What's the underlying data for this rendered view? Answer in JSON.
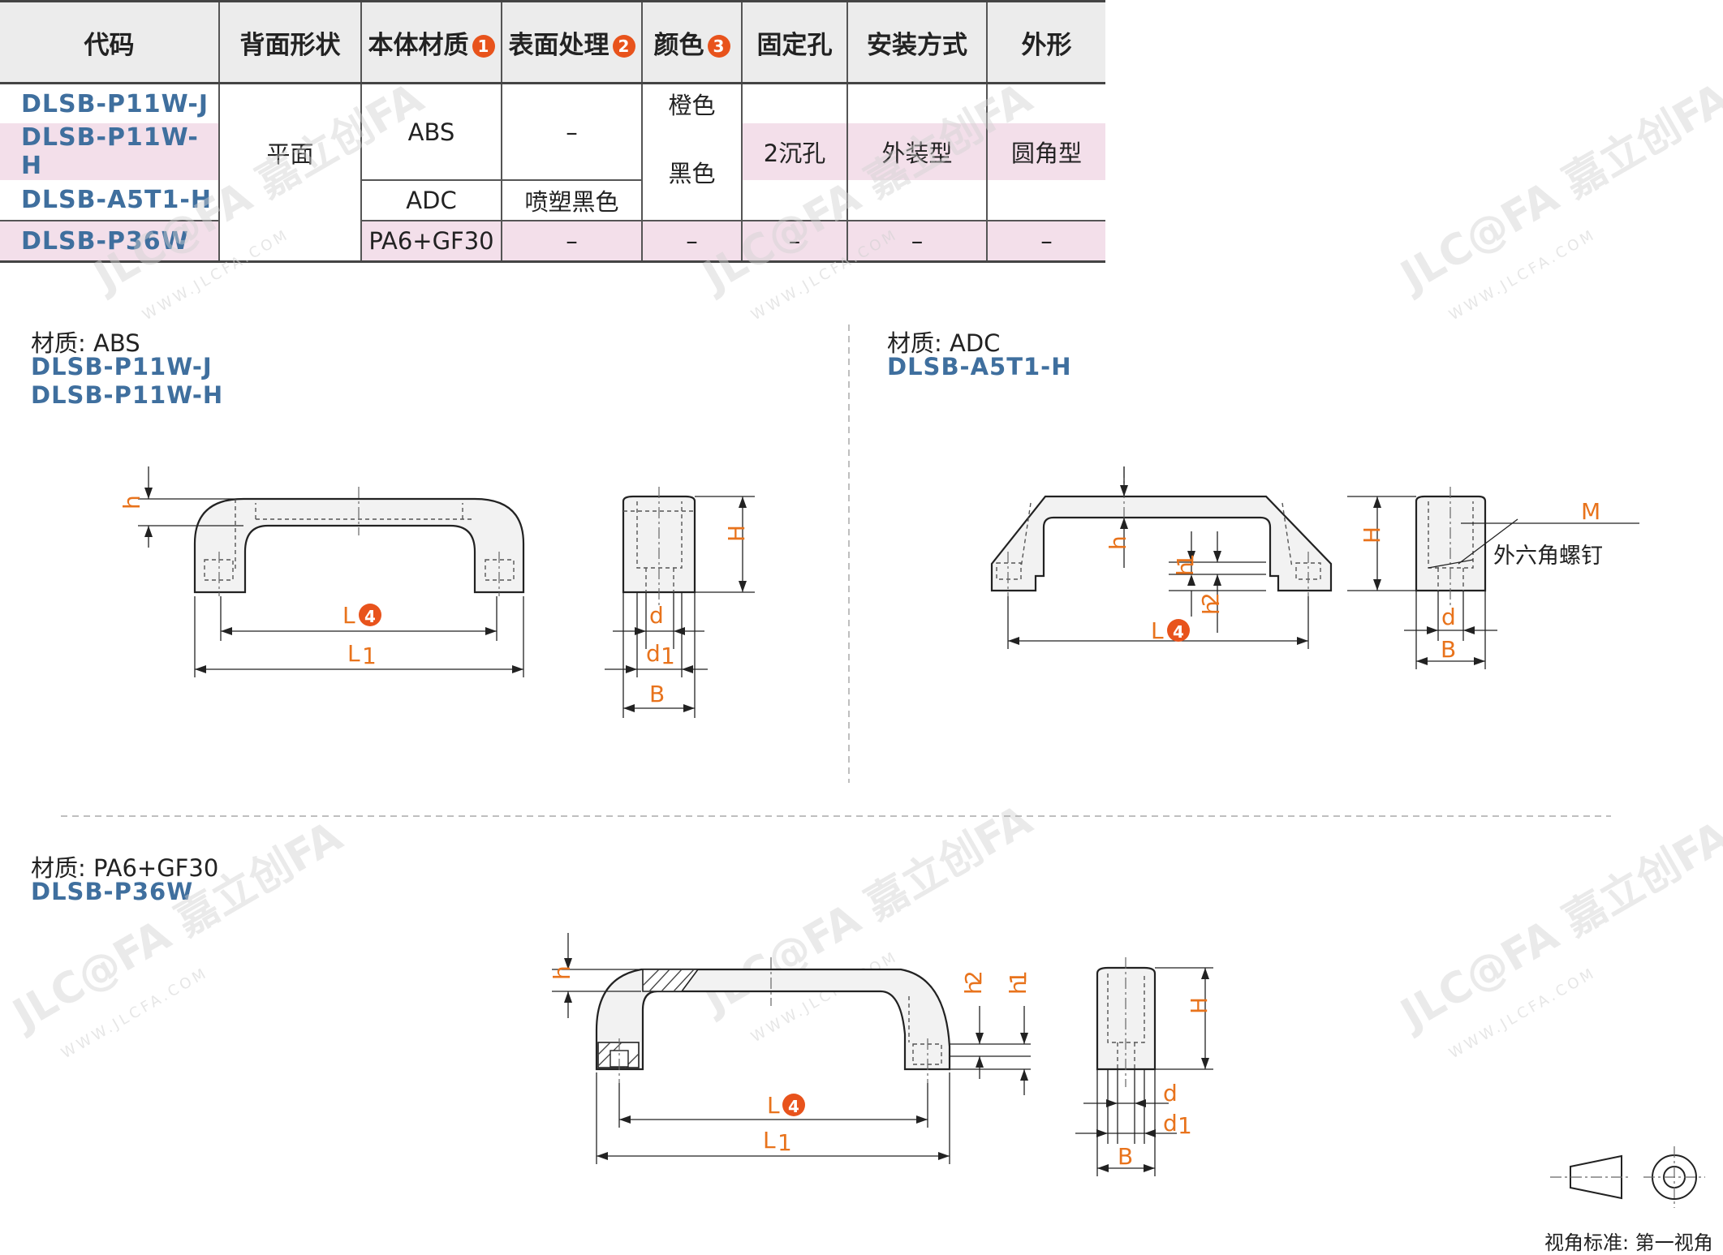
{
  "table": {
    "headers": [
      "代码",
      "背面形状",
      "本体材质",
      "表面处理",
      "颜色",
      "固定孔",
      "安装方式",
      "外形"
    ],
    "header_badges": {
      "material": "1",
      "surface": "2",
      "color": "3"
    },
    "rows": [
      {
        "code": "DLSB-P11W-J"
      },
      {
        "code": "DLSB-P11W-H"
      },
      {
        "code": "DLSB-A5T1-H"
      },
      {
        "code": "DLSB-P36W"
      }
    ],
    "cells": {
      "back_flat": "平面",
      "mat_abs": "ABS",
      "mat_adc": "ADC",
      "mat_pa": "PA6+GF30",
      "surf_dash": "–",
      "surf_black_spray": "喷塑黑色",
      "color_orange": "橙色",
      "color_black": "黑色",
      "hole_2": "2沉孔",
      "mount_outer": "外装型",
      "shape_round": "圆角型",
      "dash": "–"
    }
  },
  "sections": {
    "s1": {
      "material": "材质: ABS",
      "codes": [
        "DLSB-P11W-J",
        "DLSB-P11W-H"
      ]
    },
    "s2": {
      "material": "材质: ADC",
      "codes": [
        "DLSB-A5T1-H"
      ]
    },
    "s3": {
      "material": "材质: PA6+GF30",
      "codes": [
        "DLSB-P36W"
      ]
    }
  },
  "dims": {
    "h": "h",
    "H": "H",
    "L": "L",
    "L1": "L",
    "L1_sub": "1",
    "L_badge": "4",
    "d": "d",
    "d1": "d",
    "d1_sub": "1",
    "B": "B",
    "h1": "h",
    "h1_sub": "1",
    "h2": "h",
    "h2_sub": "2",
    "M": "M"
  },
  "annotations": {
    "hex_screw": "外六角螺钉"
  },
  "projection_label": "视角标准: 第一视角",
  "watermark": {
    "brand": "JLC@FA 嘉立创FA",
    "url": "WWW.JLCFA.COM"
  },
  "colors": {
    "code_blue": "#3f6f9e",
    "dim_orange": "#e8731c",
    "badge_red": "#e8531c",
    "row_pink": "#f3dfea"
  }
}
